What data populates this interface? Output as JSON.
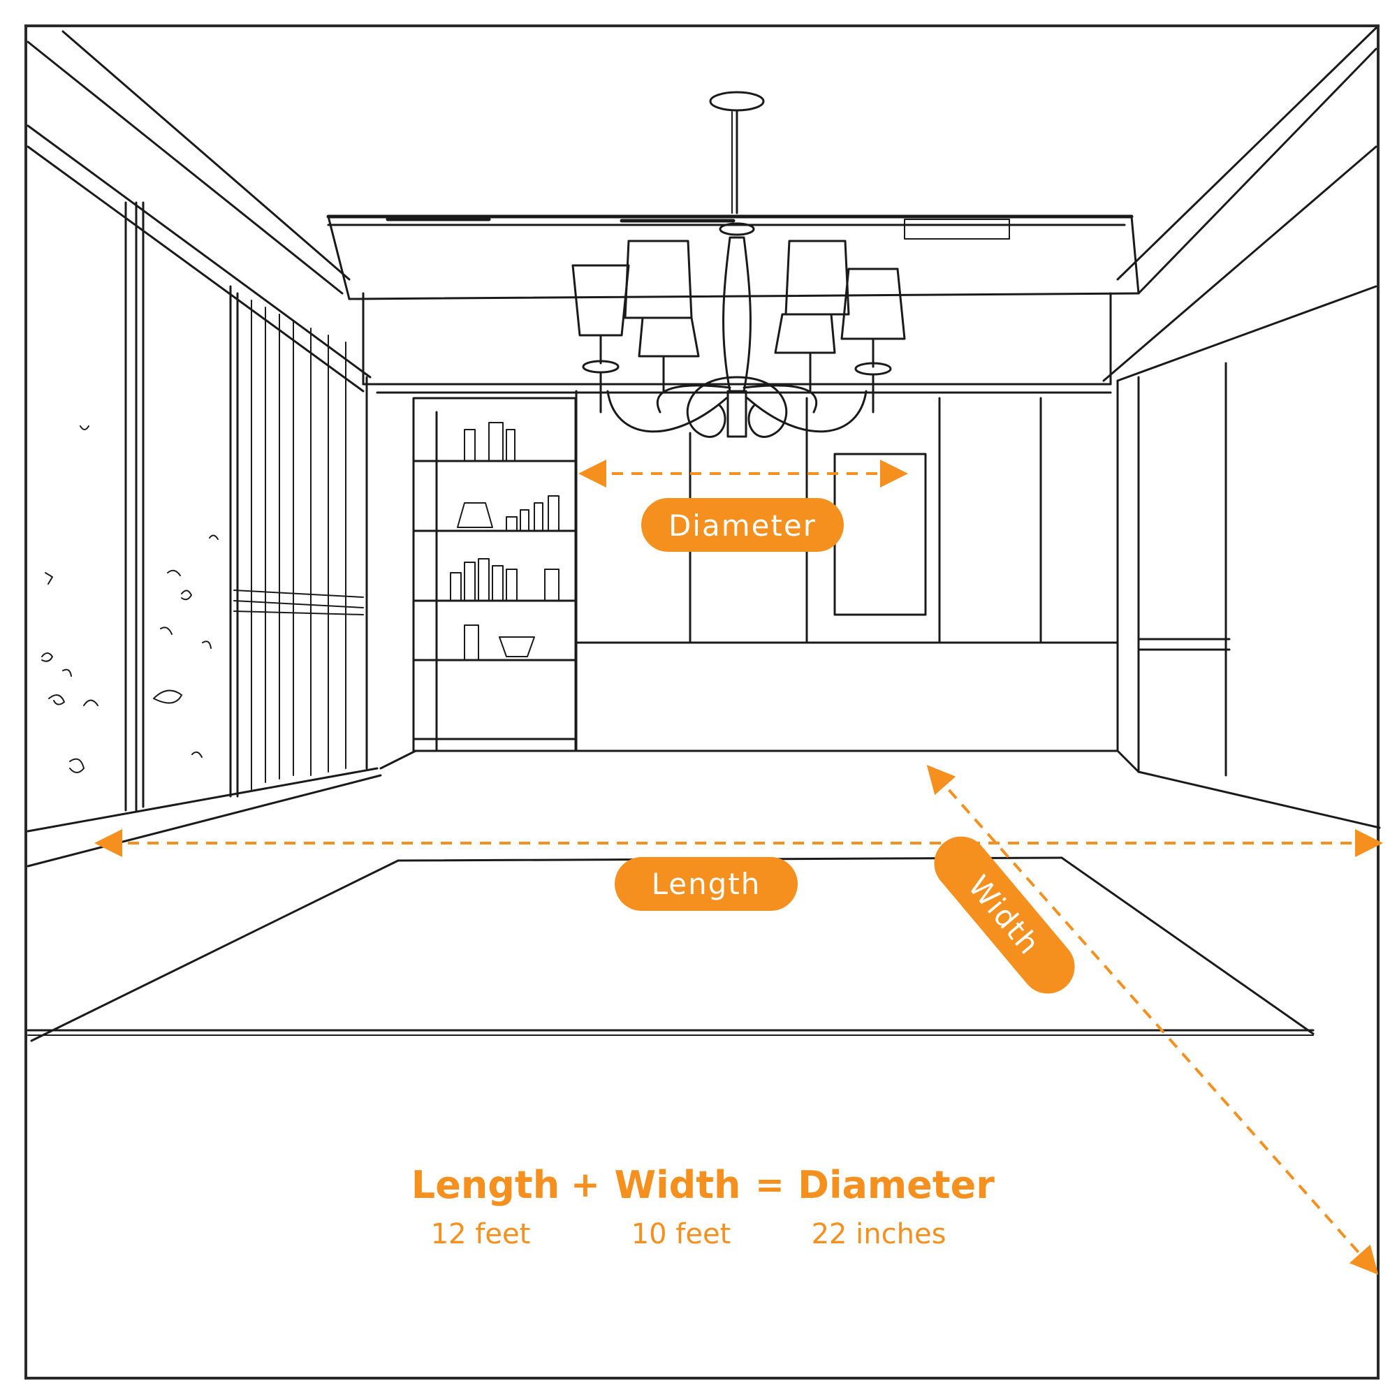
{
  "colors": {
    "accent": "#F5901E",
    "line": "#1a1a1a",
    "background": "#ffffff"
  },
  "labels": {
    "diameter": "Diameter",
    "length": "Length",
    "width": "Width"
  },
  "formula": {
    "terms": [
      {
        "name": "Length",
        "value": "12 feet"
      },
      {
        "name": "Width",
        "value": "10 feet"
      },
      {
        "name": "Diameter",
        "value": "22 inches"
      }
    ],
    "plus": "+",
    "equals": "="
  },
  "icons": [
    "chandelier-icon",
    "bookshelf-icon",
    "window-icon",
    "arrow-icon"
  ]
}
